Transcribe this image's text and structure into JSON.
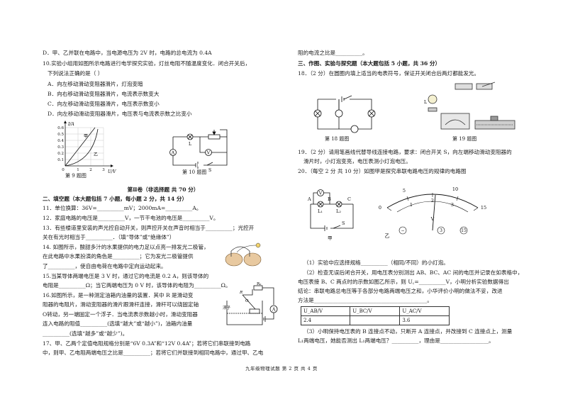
{
  "left": {
    "lines": [
      "D．甲、乙并联在电路中，当电源电压为 2V 时，电路的总电流为 0.4A",
      "10.实验小组用如图所示电路进行电学探究实验，灯丝电阻不随温度变化．闭合开关后，",
      "下列说法正确的是（      ）",
      "A．向左移动滑动变阻器滑片，灯泡变暗",
      "B．向右移动滑动变阻器滑片，电流表示数变大",
      "C．向左移动滑动变阻器滑片，电压表示数变小",
      "D．向左移动滑动变阻器滑片，电压表与电流表示数之比变小"
    ],
    "fig9": {
      "y_axis": "I/A",
      "x_axis": "U/V",
      "y_ticks": [
        "0.6",
        "0.5",
        "0.4",
        "0.3",
        "0.2",
        "0.1"
      ],
      "x_ticks": [
        "0",
        "1",
        "2",
        "3"
      ],
      "curve_a": "甲",
      "curve_b": "乙",
      "caption": "第 9 题图"
    },
    "fig10": {
      "lamp": "L",
      "ammeter": "A",
      "voltmeter": "V",
      "switch": "S",
      "caption": "第 10 题图"
    },
    "section_title": "第Ⅱ卷（非选择题  共 70 分）",
    "part2_title": "二、填空题（本大题包括 7 小题，每小题 2 分，共 14 分）",
    "q_lines": [
      "11．单位换算：36V=__________mV；2000mA=__________A。",
      "12．家庭电路的电压是__________V，一节干电池的电压是__________V。",
      "13．有些楼道里安装的声光控自动开关，则声控开关在声音时相当于__________；光控开",
      "关在有光时相当于__________．（填“导体”或“绝缘体”）",
      "14. 如图所示，酸甜多汁的水果提供的电力足以点亮一排发光二极管，",
      "在此电路中水果扮演的角色是__________；它为发光二极管提供",
      "了__________，使自由电荷在电路中定向运动起来。",
      "15.当某导体两端电压是 3 V 时，通过它的电流是 0.2 A，则该导体的",
      "电阻是__________Ω；当它两端电压为 0 V 时，该导体的电阻为__________Ω。",
      "16.如图所示，是一种测定油箱内油量的装置．其中 R 是滑动变",
      "阻器的电阻片，滑动变阻器的滑片跟滑杆连接，滑杆可以绕固定轴",
      "O转动，另一端固定一个浮子．当电流表示数越小时，滑动变阻器",
      "连入电路的阻值__________(选填“越大”或“越小”)，油箱内油量",
      "__________(选填“越多”或“越少”)。",
      "17、甲、乙两个定值电阻规格分别是“6V  0.3A”和“12V  0.4A”；若将它们串联接到电路",
      "中，则甲、乙电阻两端电压之比是__________；若将它们并联接到相同电路中，通过甲、乙电"
    ],
    "fig16": {
      "r_label": "R₀",
      "float_label": "浮子",
      "pivot": "O",
      "rheo": "R",
      "meter": "A"
    }
  },
  "right": {
    "line1": "阻的电流之比是__________。",
    "part3_title": "三、作图、实验与探究题（本大题包括 5 小题，共 36 分）",
    "q18": "18．（2 分）在圆圈内填上适当的电表符号，保证开关闭合后两灯都能发光。",
    "cap18": "第 18 题图",
    "cap19": "第 19 题图",
    "q19a": "19．（2 分）请用笔画线代替导线连接电路，要求：闭合开关 S，向左端移动滑动变阻器的",
    "q19b": "滑片时，小灯泡变亮，电压表测小灯泡电压。",
    "q20": "20．（每空 2 分  共 10 分）如图甲是探究串联电路电压的规律的电路图",
    "fig20": {
      "labels": [
        "A",
        "B",
        "C"
      ],
      "l1": "L₁",
      "l2": "L₂",
      "v": "V",
      "s": "S",
      "jia": "甲",
      "yi": "乙",
      "scale_top": [
        "5",
        "10"
      ],
      "scale_left": "0",
      "scale_right": "15",
      "scale_inner": [
        "1",
        "2",
        "3"
      ],
      "terminals": [
        "−",
        "3",
        "15"
      ]
    },
    "q_lines": [
      "（1）实验中应选择规格__________（相同/不同）的小灯泡。",
      "（2）检查无误后闭合开关，用电压表分别测出 AB、BC、AC 间的电压并记录在如表格中，",
      "电压表接 B、C 两点时的示数如图乙所示，则 U꜀=__________V，小明分析实验数据得出",
      "结论：串联电路总电压等于各部分电路两端电压之和，小华评价小明的做法不妥，改进",
      "方法是__________________________________________。"
    ],
    "table_headers": [
      "U_AB/V",
      "U_BC/V",
      "U_AC/V"
    ],
    "table_row": [
      "2.4",
      "",
      "3.6"
    ],
    "q3_lines": [
      "（3）小明保持电压表的 B 连接点不动，只断开 A 连接点，并改接到 C 连接点上，测量",
      "L₁两端电压，她能否测出 L₁两端电压？__________，理由是__________________。"
    ]
  },
  "footer": "九年级物理试题    第 2 页  共 4 页"
}
